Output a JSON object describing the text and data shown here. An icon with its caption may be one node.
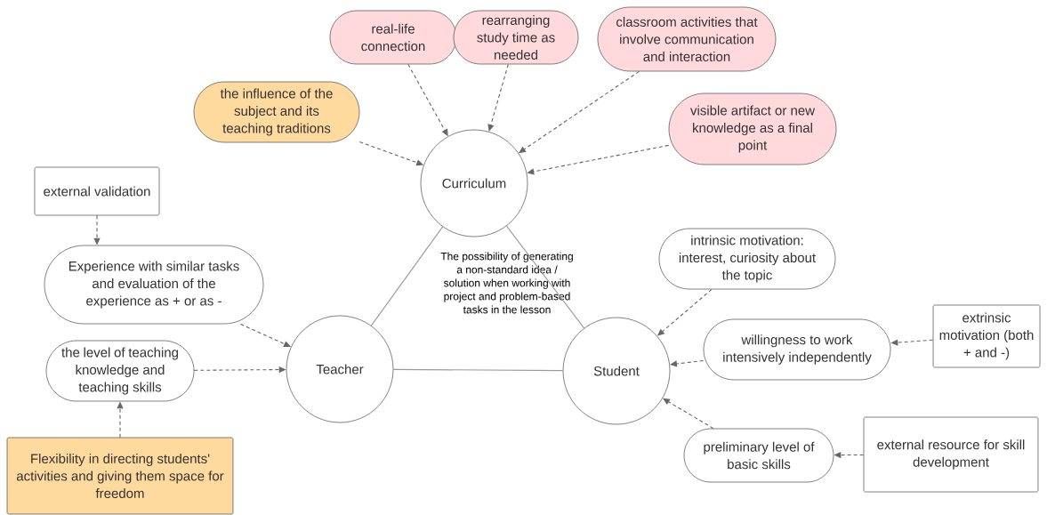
{
  "diagram": {
    "nodes": [
      {
        "text": [
          "real-life connection"
        ]
      },
      {
        "text": [
          "rearranging study time as needed"
        ]
      },
      {
        "text": [
          "classroom activities that involve communication and interaction"
        ]
      },
      {
        "text": [
          "the influence of the subject and its teaching traditions"
        ]
      },
      {
        "text": [
          "visible artifact or new knowledge as a final point"
        ]
      },
      {
        "text": [
          "Curriculum"
        ]
      },
      {
        "text": [
          "external validation"
        ]
      },
      {
        "text": [
          "Experience with similar tasks and evaluation of the experience as + or as -"
        ]
      },
      {
        "text": [
          "the level of teaching knowledge and teaching skills"
        ]
      },
      {
        "text": [
          "Teacher"
        ]
      },
      {
        "text": [
          "Flexibility in directing students' activities and giving them space for freedom"
        ]
      },
      {
        "text": [
          "Student"
        ]
      },
      {
        "text": [
          "intrinsic motivation: interest, curiosity about the topic"
        ]
      },
      {
        "text": [
          "willingness to work intensively independently"
        ]
      },
      {
        "text": [
          "extrinsic motivation (both + and -)"
        ]
      },
      {
        "text": [
          "preliminary level of basic skills"
        ]
      },
      {
        "text": [
          "external resource for skill development"
        ]
      }
    ],
    "edges": [
      {
        "from": 0,
        "to": 5,
        "arrow": "to",
        "style": "dashed"
      },
      {
        "from": 1,
        "to": 5,
        "arrow": "to",
        "style": "dashed"
      },
      {
        "from": 2,
        "to": 5,
        "arrow": "to",
        "style": "dashed"
      },
      {
        "from": 3,
        "to": 5,
        "arrow": "to",
        "style": "dashed"
      },
      {
        "from": 4,
        "to": 5,
        "arrow": "to",
        "style": "dashed"
      },
      {
        "from": 6,
        "to": 7,
        "arrow": "to",
        "style": "dashed"
      },
      {
        "from": 7,
        "to": 9,
        "arrow": "to",
        "style": "dashed"
      },
      {
        "from": 8,
        "to": 9,
        "arrow": "to",
        "style": "dashed"
      },
      {
        "from": 10,
        "to": 8,
        "arrow": "to",
        "style": "dashed"
      },
      {
        "from": 12,
        "to": 11,
        "arrow": "to",
        "style": "dashed"
      },
      {
        "from": 13,
        "to": 11,
        "arrow": "to",
        "style": "dashed"
      },
      {
        "from": 14,
        "to": 13,
        "arrow": "to",
        "style": "dashed"
      },
      {
        "from": 15,
        "to": 11,
        "arrow": "to",
        "style": "dashed"
      },
      {
        "from": 16,
        "to": 15,
        "arrow": "to",
        "style": "dashed"
      },
      {
        "from": 5,
        "to": 9,
        "arrow": "none",
        "color": "#9a9a9a"
      },
      {
        "from": 5,
        "to": 11,
        "arrow": "none",
        "color": "#9a9a9a"
      },
      {
        "from": 9,
        "to": 11,
        "arrow": "none",
        "color": "#9a9a9a"
      }
    ],
    "labels": [
      "The possibility of generating a non-standard idea / solution when working with project and problem-based tasks in the lesson"
    ]
  }
}
